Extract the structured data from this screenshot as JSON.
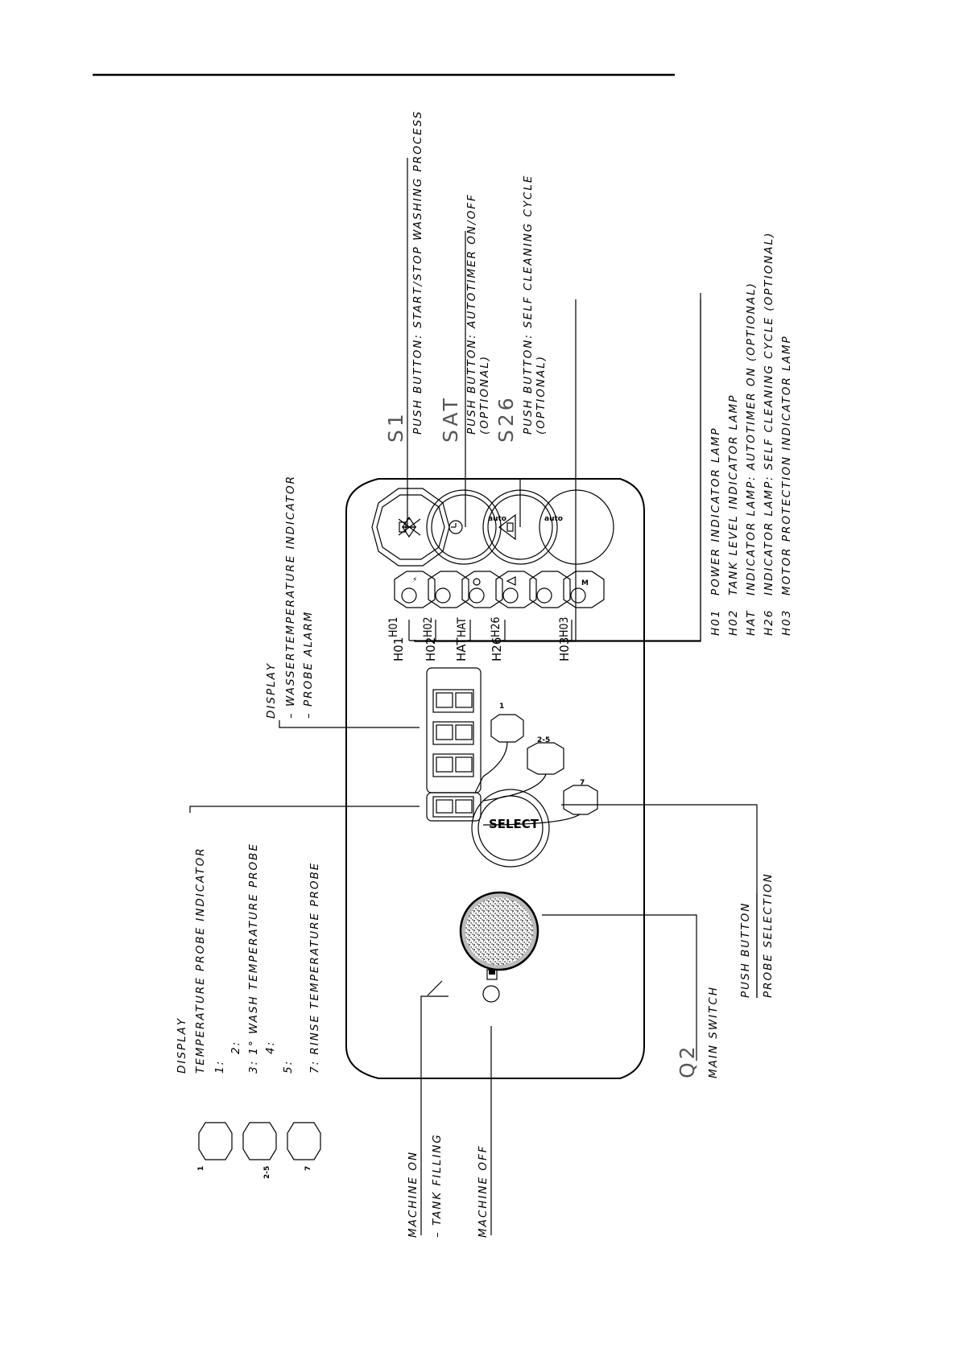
{
  "labels": {
    "s1_code": "S1",
    "s1_desc": "PUSH BUTTON: START/STOP WASHING PROCESS",
    "sat_code": "SAT",
    "sat_desc_1": "PUSH BUTTON: AUTOTIMER ON/OFF",
    "sat_desc_2": "(OPTIONAL)",
    "s26_code": "S26",
    "s26_desc_1": "PUSH BUTTON: SELF CLEANING CYCLE",
    "s26_desc_2": "(OPTIONAL)",
    "lamps": [
      {
        "code": "H01",
        "desc": "POWER INDICATOR LAMP"
      },
      {
        "code": "H02",
        "desc": "TANK LEVEL INDICATOR LAMP"
      },
      {
        "code": "HAT",
        "desc": "INDICATOR LAMP: AUTOTIMER ON (OPTIONAL)"
      },
      {
        "code": "H26",
        "desc": "INDICATOR LAMP: SELF CLEANING CYCLE (OPTIONAL)"
      },
      {
        "code": "H03",
        "desc": "MOTOR PROTECTION INDICATOR LAMP"
      }
    ],
    "display_main": {
      "title": "DISPLAY",
      "item1": "– WASSERTEMPERATURE INDICATOR",
      "item2": "– PROBE ALARM"
    },
    "display_probe": {
      "title": "DISPLAY",
      "subtitle": "TEMPERATURE PROBE INDICATOR",
      "lines": [
        "1:",
        "2:",
        "3: 1° WASH TEMPERATURE PROBE",
        "4:",
        "5:",
        "7: RINSE TEMPERATURE PROBE"
      ],
      "sym1": "1",
      "sym2": "2-5",
      "sym3": "7"
    },
    "push_button": "PUSH BUTTON",
    "probe_selection": "PROBE SELECTION",
    "q2_code": "Q2",
    "main_switch": "MAIN SWITCH",
    "machine_on": "MACHINE ON",
    "tank_filling": "– TANK FILLING",
    "machine_off": "MACHINE OFF",
    "select_label": "SELECT",
    "auto_label": "auto"
  }
}
